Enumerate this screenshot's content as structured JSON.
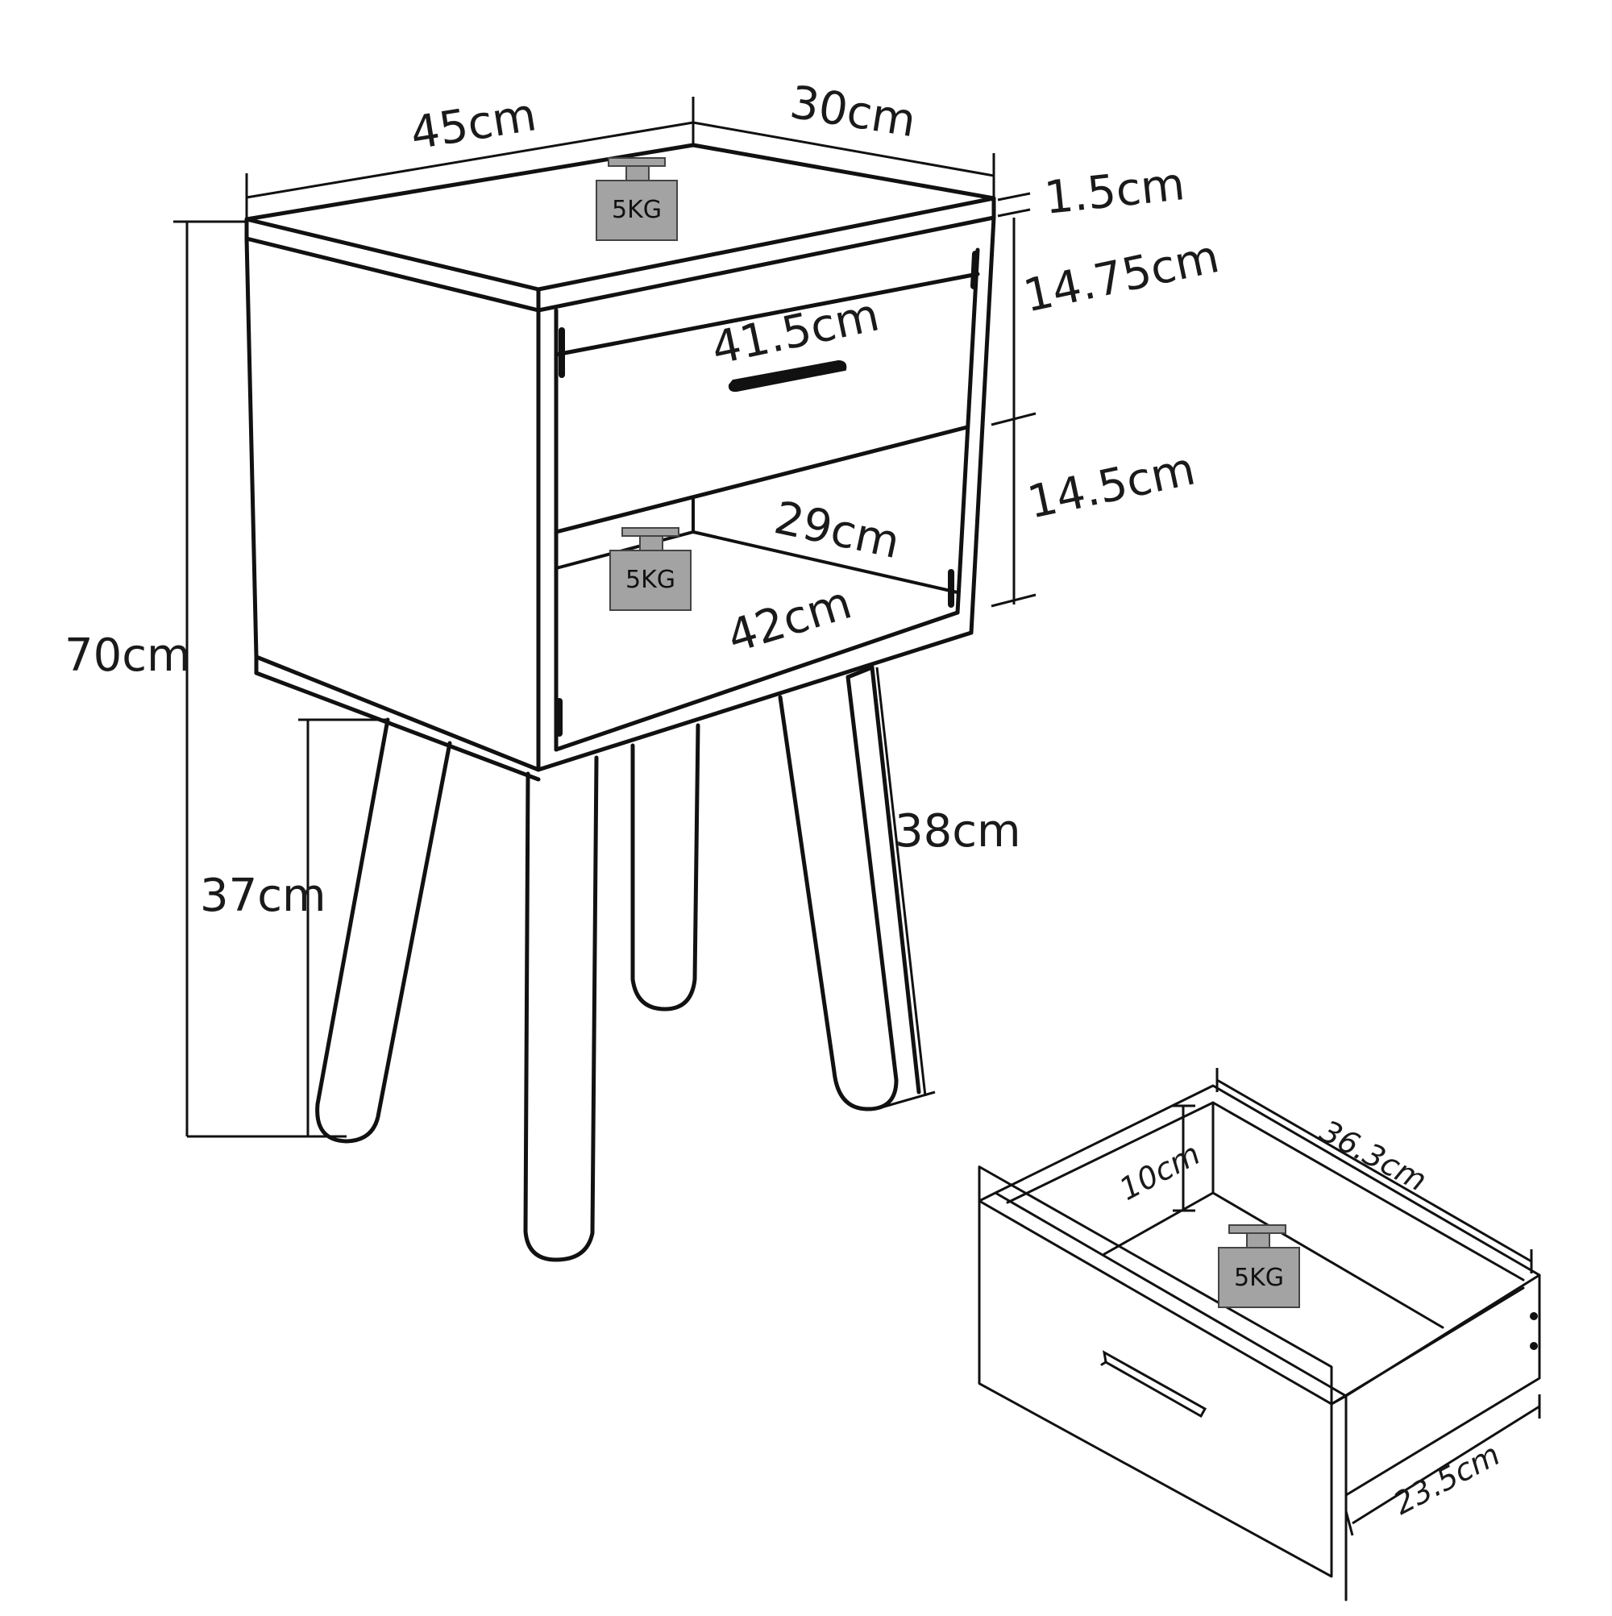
{
  "dimensions": {
    "width_45": "45cm",
    "depth_30": "30cm",
    "top_thickness": "1.5cm",
    "drawer_height": "14.75cm",
    "open_height": "14.5cm",
    "drawer_width": "41.5cm",
    "shelf_depth": "29cm",
    "shelf_width": "42cm",
    "total_height": "70cm",
    "leg_height_vertical": "37cm",
    "leg_length": "38cm"
  },
  "drawer_dimensions": {
    "depth": "36.3cm",
    "inner_height": "10cm",
    "front_height": "23.5cm"
  },
  "weights": {
    "top_load": "5KG",
    "shelf_load": "5KG",
    "drawer_load": "5KG"
  },
  "colors": {
    "weight_fill": "#a3a3a3",
    "line": "#111111",
    "background": "#ffffff"
  }
}
